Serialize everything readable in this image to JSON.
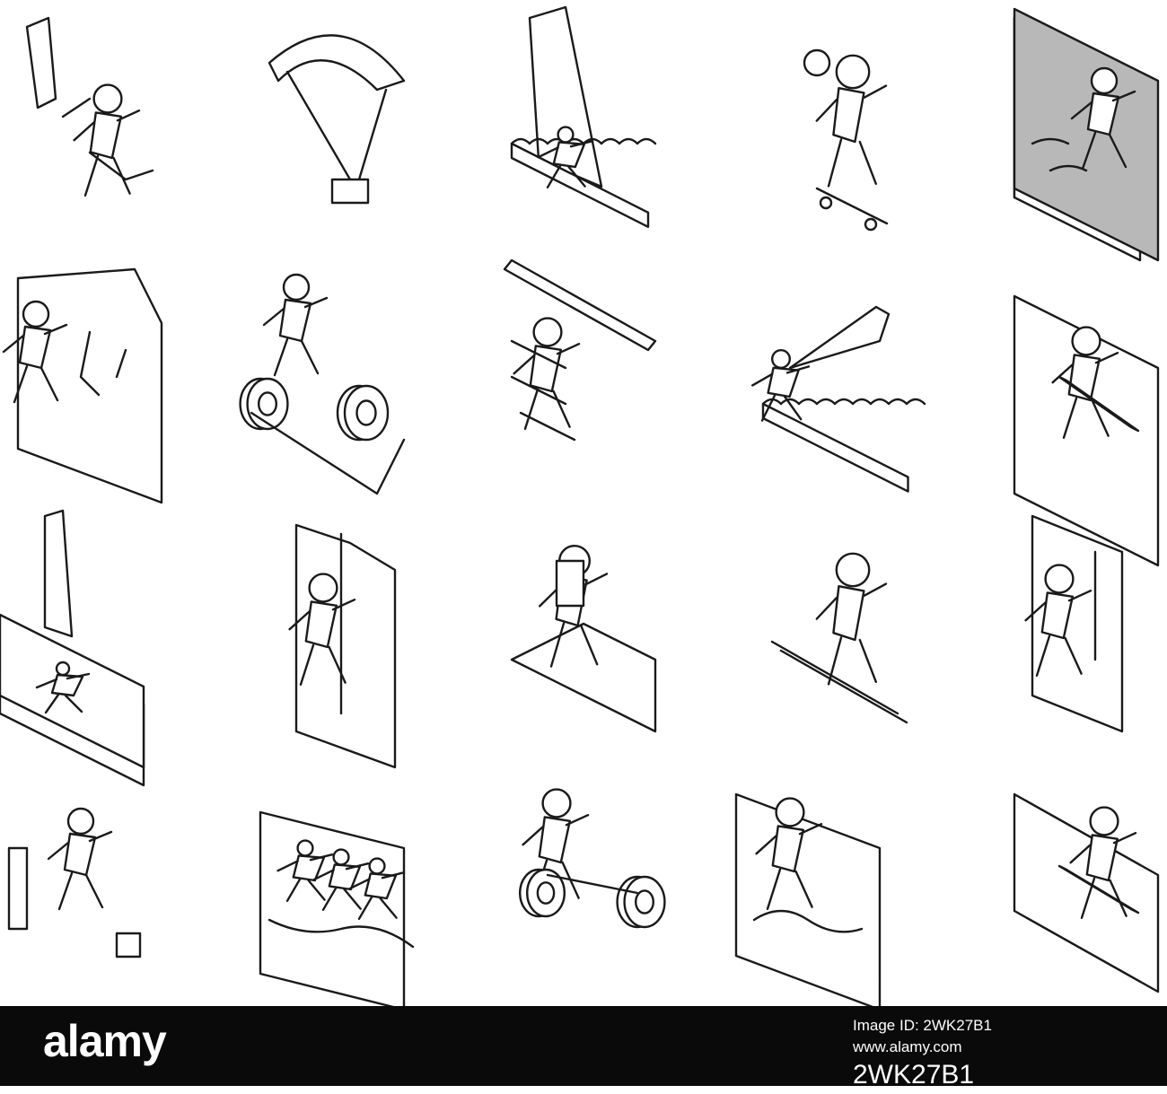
{
  "icons": [
    {
      "name": "skydiving-icon"
    },
    {
      "name": "paragliding-icon"
    },
    {
      "name": "windsurfing-icon"
    },
    {
      "name": "skateboarding-icon"
    },
    {
      "name": "cliff-diving-icon"
    },
    {
      "name": "rock-climbing-icon"
    },
    {
      "name": "mountain-biking-icon"
    },
    {
      "name": "hang-gliding-icon"
    },
    {
      "name": "kitesurfing-icon"
    },
    {
      "name": "snowboarding-slope-icon"
    },
    {
      "name": "sailing-icon"
    },
    {
      "name": "rappelling-icon"
    },
    {
      "name": "hiking-icon"
    },
    {
      "name": "skiing-icon"
    },
    {
      "name": "indoor-climbing-icon"
    },
    {
      "name": "parkour-icon"
    },
    {
      "name": "rafting-icon"
    },
    {
      "name": "motocross-icon"
    },
    {
      "name": "canyoning-icon"
    },
    {
      "name": "snowboarding-icon"
    }
  ],
  "footer": {
    "logo": "alamy",
    "image_id_label": "Image ID: 2WK27B1",
    "site": "www.alamy.com",
    "image_id": "2WK27B1"
  },
  "colors": {
    "footer_bg": "#0a0a0a",
    "stroke": "#1a1a1a",
    "shade": "#b8b8b8"
  }
}
